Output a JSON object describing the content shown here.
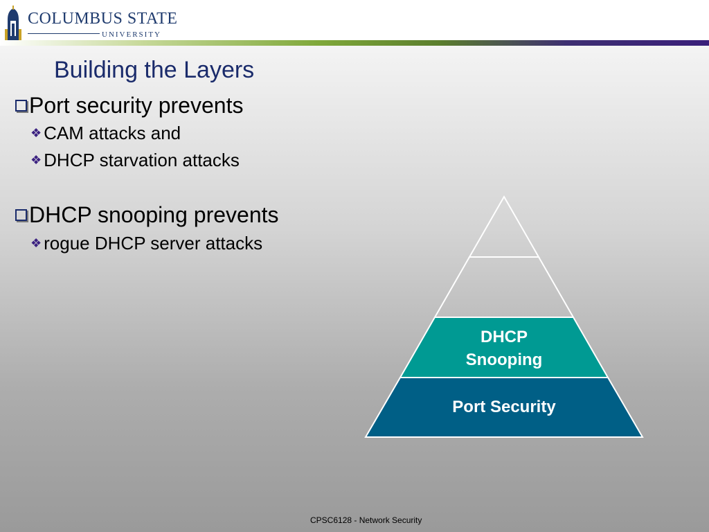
{
  "header": {
    "logo_name": "COLUMBUS STATE",
    "logo_sub": "UNIVERSITY",
    "logo_icon": "tower-icon"
  },
  "slide": {
    "title": "Building the Layers",
    "bullets": [
      {
        "text": "Port security prevents",
        "sub": [
          "CAM attacks and",
          "DHCP starvation attacks"
        ]
      },
      {
        "text": "DHCP snooping prevents",
        "sub": [
          "rogue DHCP server attacks"
        ]
      }
    ],
    "bullet_icon": "checkbox-icon",
    "sub_bullet_icon": "four-diamond-icon"
  },
  "pyramid": {
    "layers": [
      {
        "label": "",
        "color": "#ffffff"
      },
      {
        "label": "",
        "color": "#ffffff"
      },
      {
        "label_line1": "DHCP",
        "label_line2": "Snooping",
        "color": "#009a93"
      },
      {
        "label": "Port Security",
        "color": "#005f86"
      }
    ]
  },
  "footer": {
    "text": "CPSC6128 - Network Security"
  },
  "colors": {
    "title": "#1a2b6b",
    "band_green": "#7fa83a",
    "band_purple": "#3a1f7a"
  }
}
